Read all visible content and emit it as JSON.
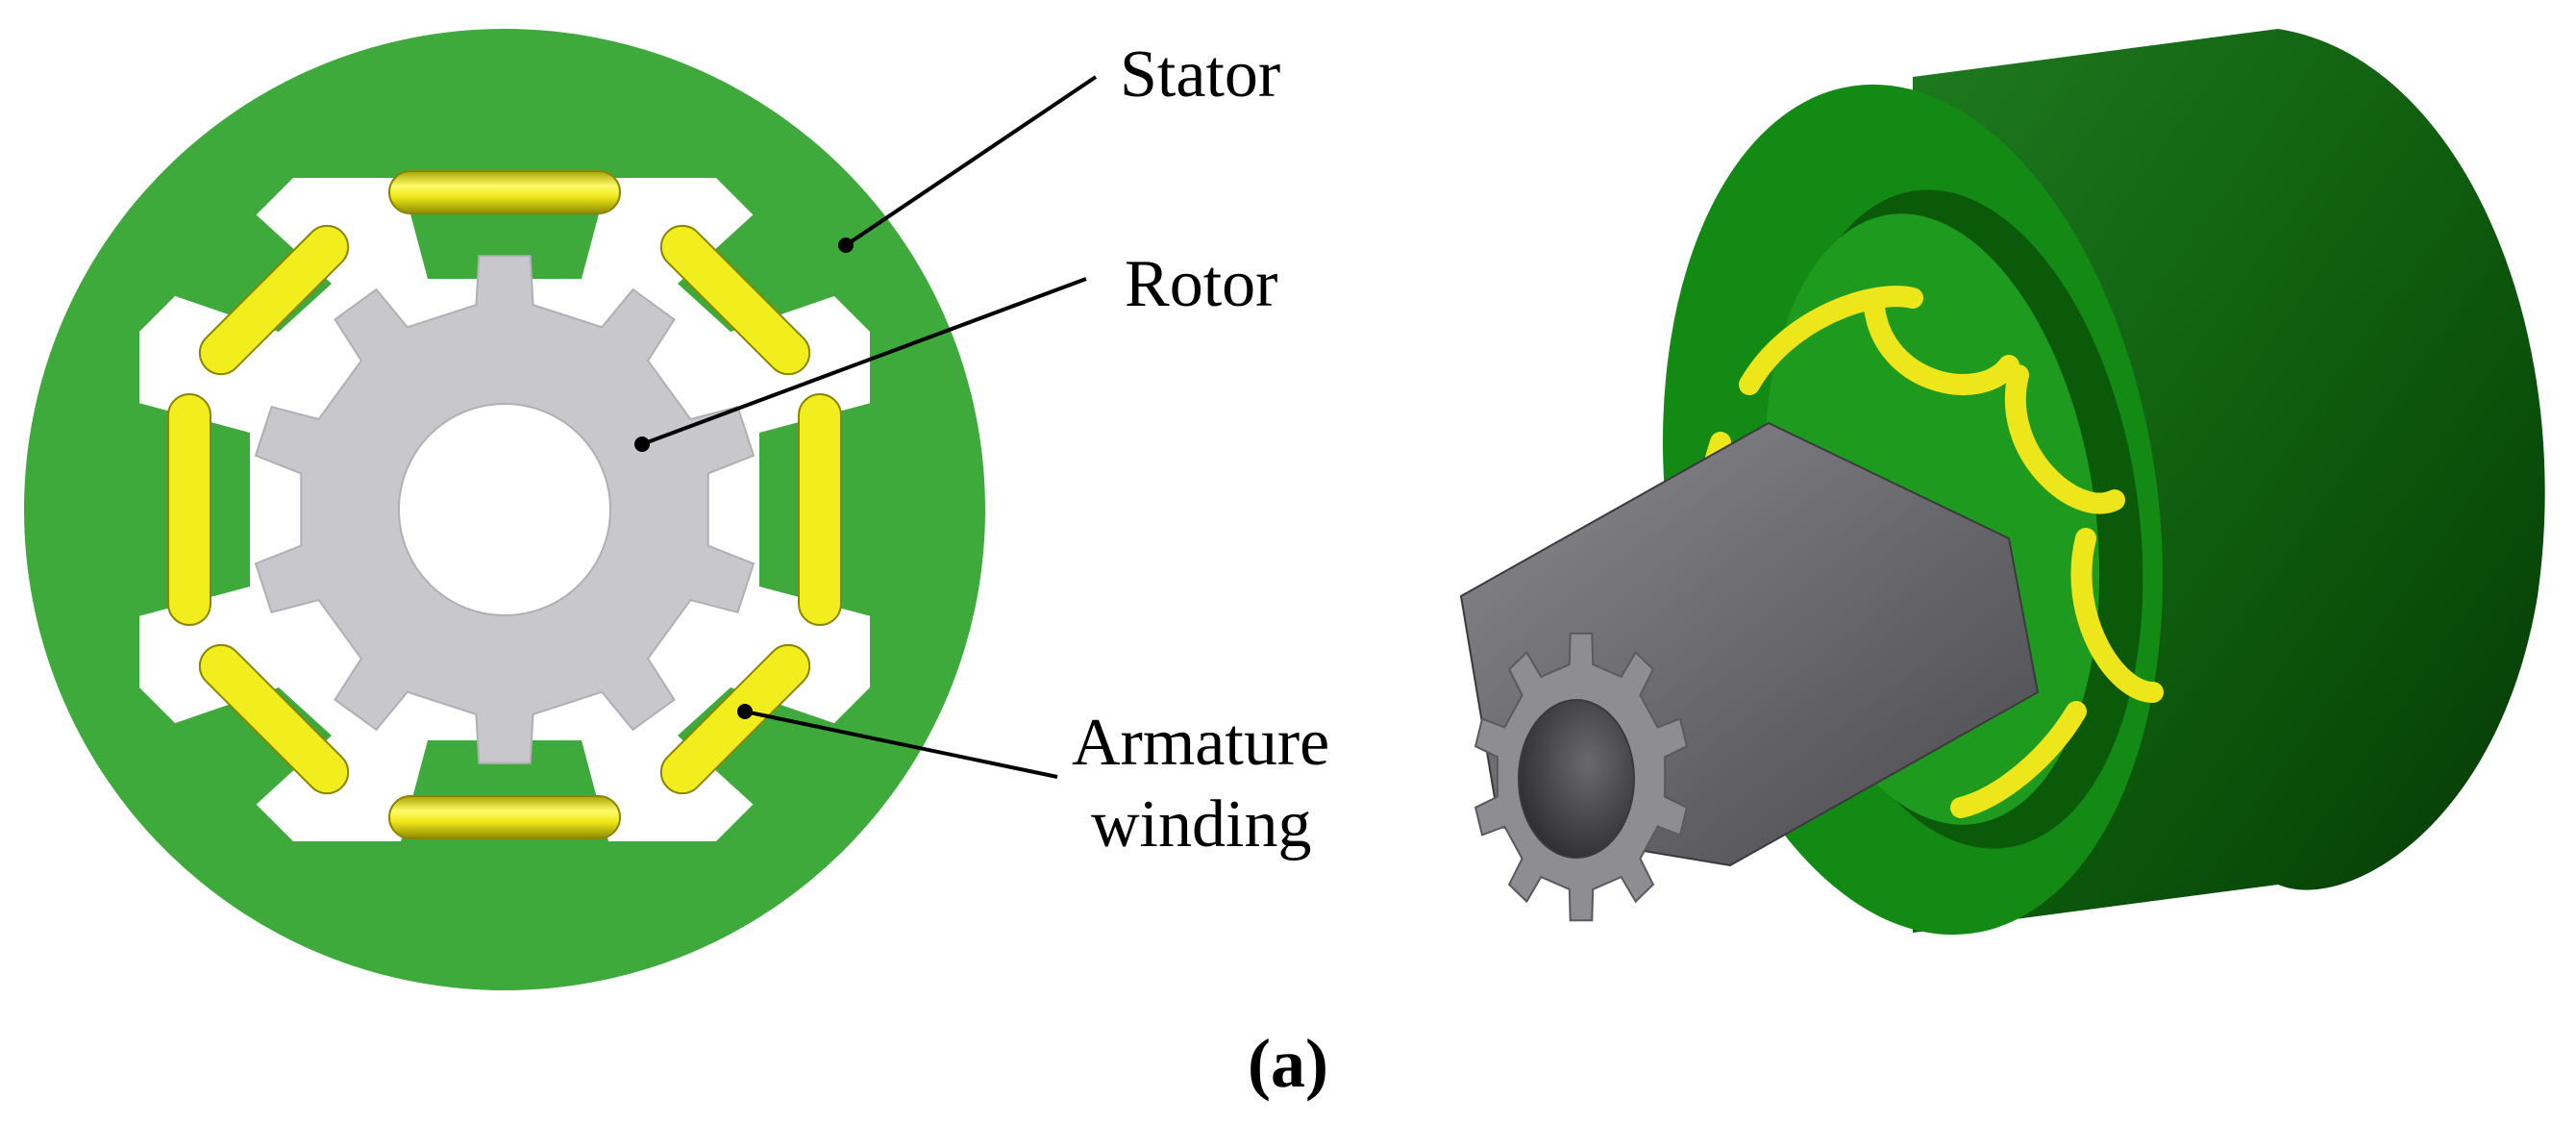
{
  "labels": {
    "stator": "Stator",
    "rotor": "Rotor",
    "armature_line1": "Armature",
    "armature_line2": "winding"
  },
  "caption": "(a)",
  "colors": {
    "stator_green": "#3daa3b",
    "stator_green_3d": "#0e6b0e",
    "rotor_gray": "#c8c8cc",
    "rotor_gray_3d": "#6a6a6e",
    "winding_yellow": "#f2ee1e"
  }
}
